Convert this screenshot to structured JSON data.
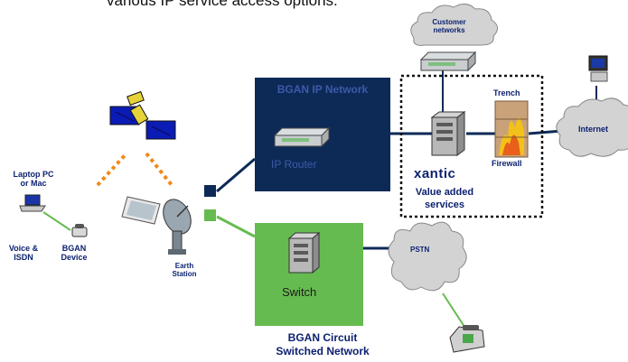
{
  "headline": "various IP service access options.",
  "ip_network": {
    "title": "BGAN IP Network",
    "router_label": "IP Router",
    "color": "#0d2a57"
  },
  "circuit_network": {
    "switch_label": "Switch",
    "title_line1": "BGAN Circuit",
    "title_line2": "Switched Network",
    "color": "#66bb50"
  },
  "value_added": {
    "brand": "xantic",
    "line1": "Value added",
    "line2": "services",
    "trench_label": "Trench",
    "firewall_label": "Firewall"
  },
  "clouds": {
    "customer_line1": "Customer",
    "customer_line2": "networks",
    "internet": "Internet",
    "pstn": "PSTN"
  },
  "devices": {
    "laptop_line1": "Laptop PC",
    "laptop_line2": "or Mac",
    "voice_line1": "Voice &",
    "voice_line2": "ISDN",
    "bgan_line1": "BGAN",
    "bgan_line2": "Device",
    "earth_line1": "Earth",
    "earth_line2": "Station"
  },
  "icons": [
    "satellite-icon",
    "laptop-icon",
    "phone-icon",
    "terminal-icon",
    "dish-icon",
    "router-icon",
    "server-icon",
    "firewall-icon",
    "cloud-icon",
    "workstation-icon",
    "switch-icon"
  ]
}
